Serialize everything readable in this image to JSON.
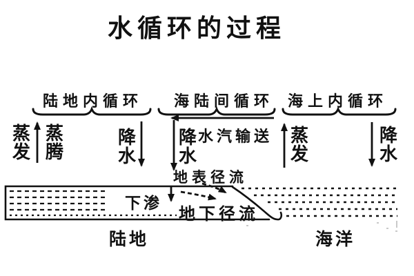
{
  "title": "水循环的过程",
  "colors": {
    "ink": "#111111",
    "background": "#ffffff"
  },
  "cycles": {
    "land": "陆地内循环",
    "sea_land": "海陆间循环",
    "sea": "海上内循环"
  },
  "processes": {
    "evaporation_land": "蒸发",
    "transpiration": "蒸腾",
    "precipitation_land": "降水",
    "precipitation_middle": "降水",
    "vapor_transport": "水汽输送",
    "surface_runoff": "地表径流",
    "infiltration": "下渗",
    "underground_runoff": "地下径流",
    "evaporation_sea": "蒸发",
    "precipitation_sea": "降水"
  },
  "regions": {
    "land": "陆地",
    "ocean": "海洋"
  }
}
